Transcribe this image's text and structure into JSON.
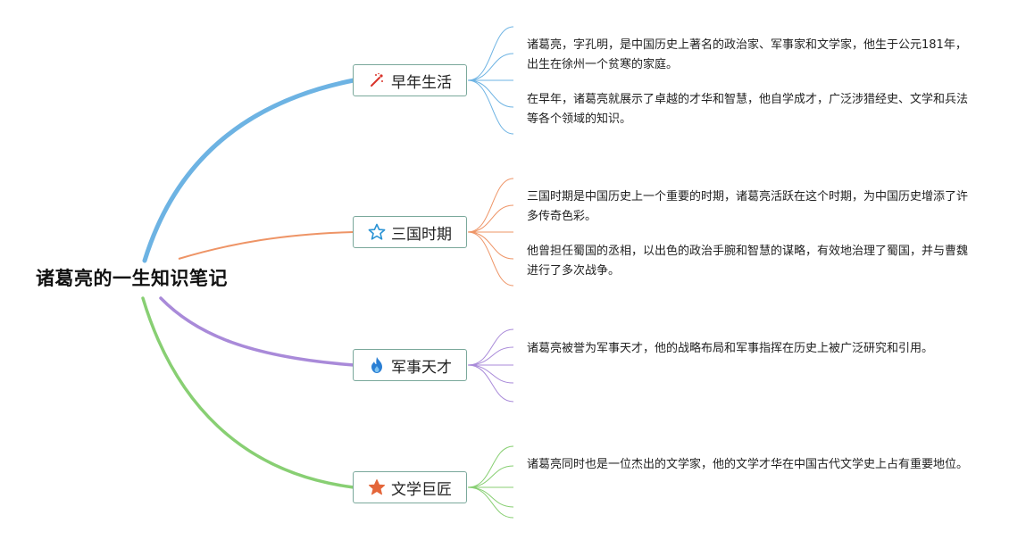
{
  "root": {
    "title": "诸葛亮的一生知识笔记"
  },
  "branches": [
    {
      "label": "早年生活",
      "icon": "sparkle-wand-icon",
      "color": "#6db3e3",
      "notes": [
        "诸葛亮，字孔明，是中国历史上著名的政治家、军事家和文学家，他生于公元181年，出生在徐州一个贫寒的家庭。",
        "在早年，诸葛亮就展示了卓越的才华和智慧，他自学成才，广泛涉猎经史、文学和兵法等各个领域的知识。"
      ]
    },
    {
      "label": "三国时期",
      "icon": "star-outline-icon",
      "color": "#ee9466",
      "notes": [
        "三国时期是中国历史上一个重要的时期，诸葛亮活跃在这个时期，为中国历史增添了许多传奇色彩。",
        "他曾担任蜀国的丞相，以出色的政治手腕和智慧的谋略，有效地治理了蜀国，并与曹魏进行了多次战争。"
      ]
    },
    {
      "label": "军事天才",
      "icon": "flame-icon",
      "color": "#a98ad9",
      "notes": [
        "诸葛亮被誉为军事天才，他的战略布局和军事指挥在历史上被广泛研究和引用。"
      ]
    },
    {
      "label": "文学巨匠",
      "icon": "star-filled-icon",
      "color": "#88cf73",
      "notes": [
        "诸葛亮同时也是一位杰出的文学家，他的文学才华在中国古代文学史上占有重要地位。"
      ]
    }
  ]
}
